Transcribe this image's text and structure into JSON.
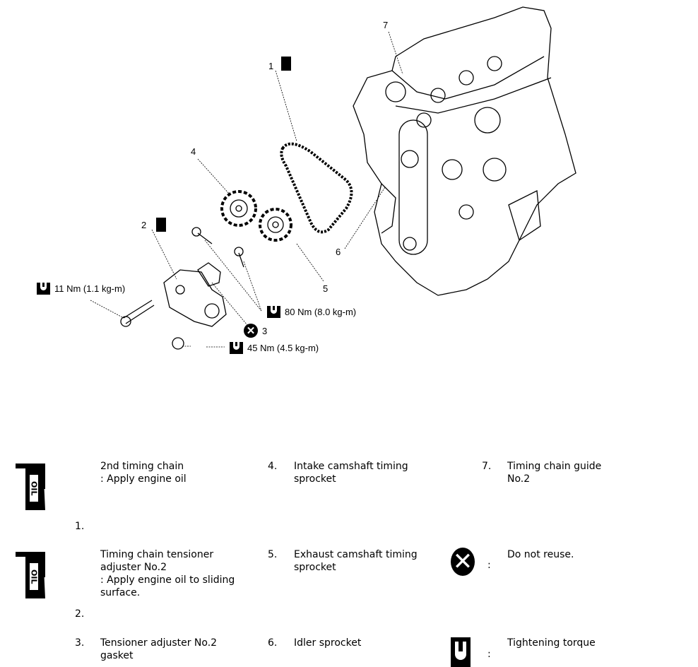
{
  "diagram": {
    "callouts": {
      "c1": "1",
      "c2": "2",
      "c3": "3",
      "c4": "4",
      "c5": "5",
      "c6": "6",
      "c7": "7"
    },
    "torques": {
      "t11": "11 Nm (1.1 kg-m)",
      "t80": "80 Nm (8.0 kg-m)",
      "t45": "45 Nm (4.5 kg-m)"
    },
    "icons": [
      "oil-can-icon",
      "wrench-icon",
      "do-not-reuse-icon"
    ]
  },
  "legend": {
    "oil_icon_text": "OIL",
    "items": [
      {
        "num": "1.",
        "text": "2nd timing chain\n: Apply engine oil"
      },
      {
        "num": "2.",
        "text": "Timing chain tensioner\nadjuster No.2\n: Apply engine oil to sliding\nsurface."
      },
      {
        "num": "3.",
        "text": "Tensioner adjuster No.2\ngasket"
      },
      {
        "num": "4.",
        "text": "Intake camshaft timing\nsprocket"
      },
      {
        "num": "5.",
        "text": "Exhaust camshaft timing\nsprocket"
      },
      {
        "num": "6.",
        "text": "Idler sprocket"
      },
      {
        "num": "7.",
        "text": "Timing chain guide\nNo.2"
      }
    ],
    "symbols": [
      {
        "icon": "do-not-reuse-icon",
        "sep": ":",
        "text": "Do not reuse."
      },
      {
        "icon": "wrench-icon",
        "sep": ":",
        "text": "Tightening torque"
      }
    ]
  }
}
